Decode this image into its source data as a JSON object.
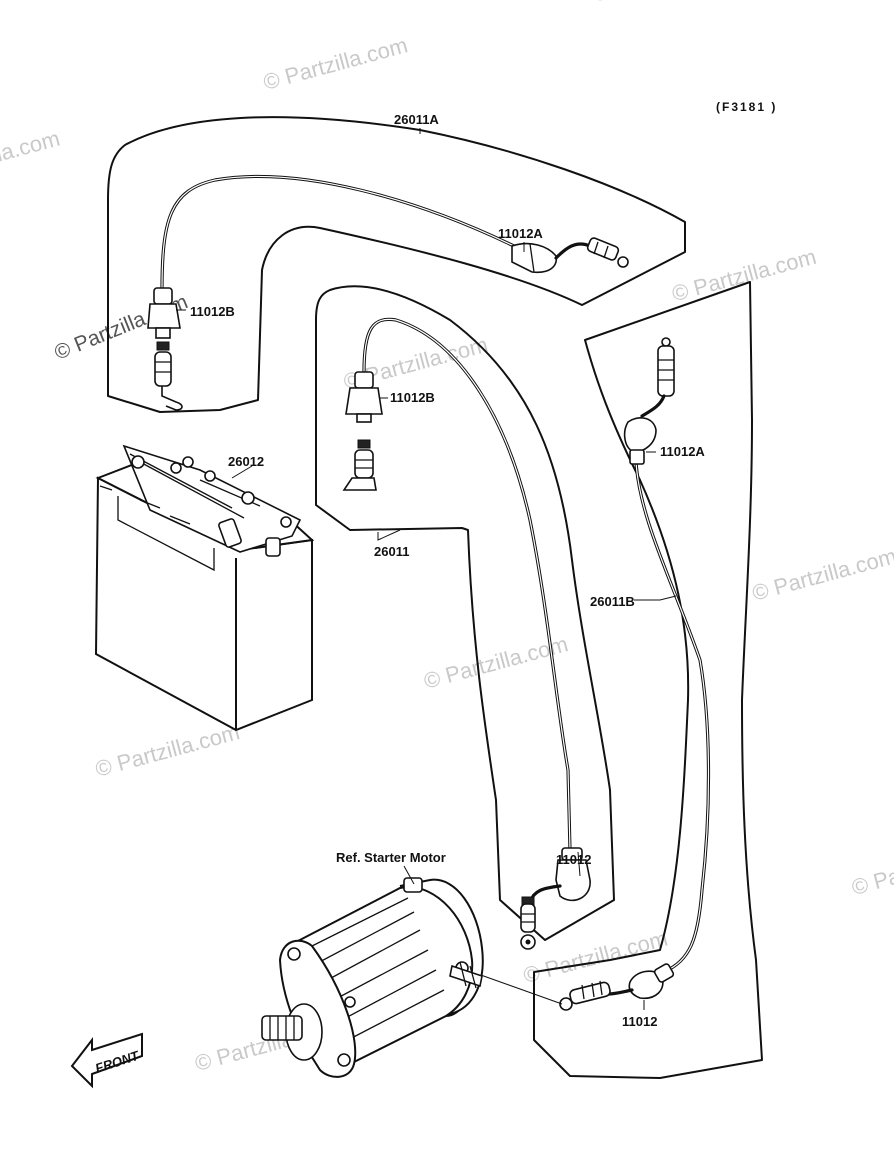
{
  "diagram": {
    "code": "(F3181 )",
    "watermark": "© Partzilla.com",
    "labels": {
      "cable_26011a": "26011A",
      "cable_26011": "26011",
      "cable_26011b": "26011B",
      "battery": "26012",
      "cap_11012a_top": "11012A",
      "cap_11012b_left": "11012B",
      "cap_11012b_mid": "11012B",
      "cap_11012a_right": "11012A",
      "cap_11012_mid": "11012",
      "cap_11012_bottom": "11012",
      "starter_ref": "Ref. Starter Motor",
      "front": "FRONT"
    }
  }
}
